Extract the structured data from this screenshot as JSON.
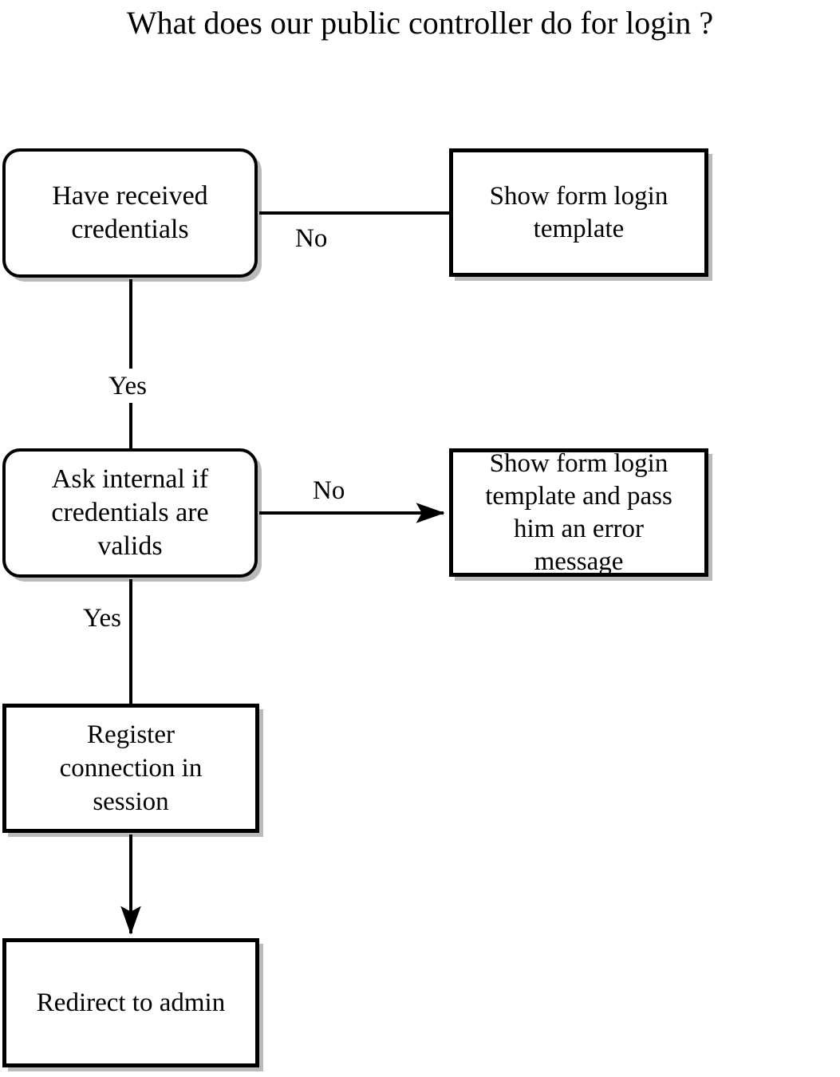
{
  "title": "What does our public controller do for login ?",
  "diagram": {
    "type": "flowchart",
    "nodes": [
      {
        "id": "have-credentials",
        "shape": "rounded-rect",
        "label": "Have received\ncredentials"
      },
      {
        "id": "show-form",
        "shape": "rect",
        "label": "Show form login\ntemplate"
      },
      {
        "id": "ask-internal",
        "shape": "rounded-rect",
        "label": "Ask internal if\ncredentials are\nvalids"
      },
      {
        "id": "show-form-error",
        "shape": "rect",
        "label": "Show form login\ntemplate and pass\nhim an error\nmessage"
      },
      {
        "id": "register",
        "shape": "rect",
        "label": "Register\nconnection in\nsession"
      },
      {
        "id": "redirect",
        "shape": "rect",
        "label": "Redirect to admin"
      }
    ],
    "edges": [
      {
        "id": "edge-no-1",
        "from": "have-credentials",
        "to": "show-form",
        "label": "No",
        "arrowhead": false,
        "direction": "right"
      },
      {
        "id": "edge-yes-1",
        "from": "have-credentials",
        "to": "ask-internal",
        "label": "Yes",
        "arrowhead": false,
        "direction": "down"
      },
      {
        "id": "edge-no-2",
        "from": "ask-internal",
        "to": "show-form-error",
        "label": "No",
        "arrowhead": true,
        "direction": "right"
      },
      {
        "id": "edge-yes-2",
        "from": "ask-internal",
        "to": "register",
        "label": "Yes",
        "arrowhead": false,
        "direction": "down"
      },
      {
        "id": "edge-final",
        "from": "register",
        "to": "redirect",
        "label": "",
        "arrowhead": true,
        "direction": "down"
      }
    ]
  },
  "colors": {
    "stroke": "#000000",
    "background": "#ffffff",
    "shadow": "#b5b5b5"
  }
}
